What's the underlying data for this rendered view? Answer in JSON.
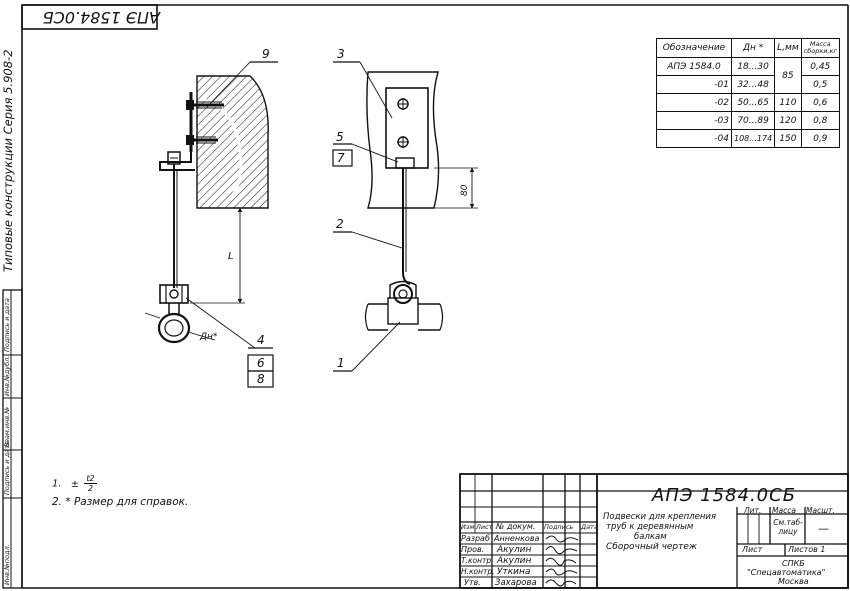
{
  "doc": {
    "code_top": "АПЭ 1584.0СБ",
    "series_vertical": "Типовые конструкции    Серия 5.908-2",
    "side_labels": [
      "Инв.№подл.",
      "Подпись и дата",
      "Взам.инв.№",
      "Инв.№дубл.",
      "Подпись и дата"
    ]
  },
  "drawing": {
    "callouts": {
      "c9": "9",
      "c3": "3",
      "c5": "5",
      "c7": "7",
      "c2": "2",
      "c4": "4",
      "c6": "6",
      "c8": "8",
      "c1": "1"
    },
    "dim_L": "L",
    "dim_80": "80",
    "dn_label": "Дн*"
  },
  "spec_table": {
    "headers": [
      "Обозначение",
      "Дн *",
      "L,мм",
      "Масса сборки,кг"
    ],
    "rows": [
      [
        "АПЭ 1584.0",
        "18...30",
        "85",
        "0,45"
      ],
      [
        "-01",
        "32...48",
        "",
        "0,5"
      ],
      [
        "-02",
        "50...65",
        "110",
        "0,6"
      ],
      [
        "-03",
        "70...89",
        "120",
        "0,8"
      ],
      [
        "-04",
        "108...174",
        "150",
        "0,9"
      ]
    ]
  },
  "notes": {
    "n1_prefix": "1.",
    "n1_pm": "±",
    "n1_num": "t2",
    "n1_den": "2",
    "n2": "2. * Размер для справок."
  },
  "title_block": {
    "code": "АПЭ 1584.0СБ",
    "title_l1": "Подвески для крепления",
    "title_l2": "труб к деревянным",
    "title_l3": "балкам",
    "title_l4": "Сборочный чертеж",
    "col_izm": "Изм",
    "col_list": "Лист",
    "col_doc": "№ докум.",
    "col_sign": "Подпись",
    "col_date": "Дата",
    "razrab_role": "Разраб",
    "razrab_name": "Анненкова",
    "prov_role": "Пров.",
    "prov_name": "Акулин",
    "tkontr_role": "Т.контр.",
    "tkontr_name": "Акулин",
    "nkontr_role": "Н.контр.",
    "nkontr_name": "Уткина",
    "utv_role": "Утв.",
    "utv_name": "Захарова",
    "lit": "Лит.",
    "massa": "Масса",
    "masshtab": "Масшт.",
    "massa_val": "См.таб-лицу",
    "masshtab_val": "—",
    "sheet": "Лист",
    "sheets": "Листов 1",
    "org_l1": "СПКБ",
    "org_l2": "\"Спецавтоматика\"",
    "org_l3": "Москва"
  }
}
